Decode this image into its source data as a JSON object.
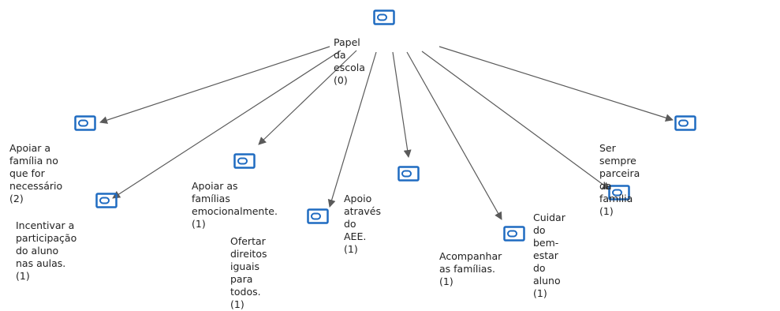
{
  "colors": {
    "icon_stroke": "#1f6bc1",
    "edge": "#5a5a5a",
    "text": "#222222"
  },
  "icon_name": "code-tag-icon",
  "root": {
    "label": "Papel da escola (0)"
  },
  "children": [
    {
      "key": "apoiar-familia",
      "label": "Apoiar a família no que for\nnecessário (2)"
    },
    {
      "key": "incentivar-participacao",
      "label": "Incentivar a participação do aluno\nnas aulas. (1)"
    },
    {
      "key": "apoiar-familias-emocionalmente",
      "label": "Apoiar as famílias\nemocionalmente. (1)"
    },
    {
      "key": "ofertar-direitos",
      "label": "Ofertar direitos iguais para todos.\n(1)"
    },
    {
      "key": "apoio-aee",
      "label": "Apoio através do AEE. (1)"
    },
    {
      "key": "acompanhar-familias",
      "label": "Acompanhar as famílias. (1)"
    },
    {
      "key": "cuidar-bem-estar",
      "label": "Cuidar do bem-estar do aluno (1)"
    },
    {
      "key": "parceira-familia",
      "label": "Ser sempre parceira da família (1)"
    }
  ]
}
